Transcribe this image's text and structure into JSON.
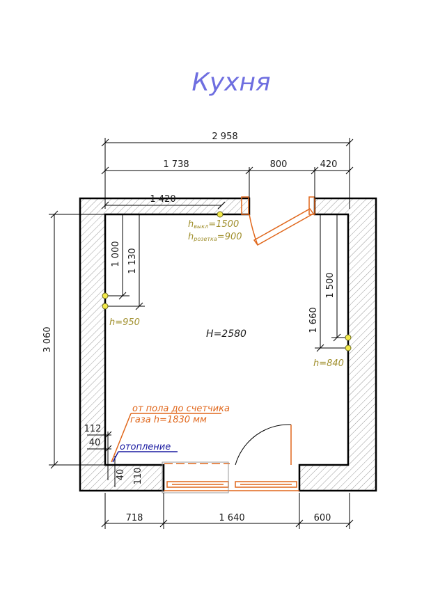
{
  "title": "Кухня",
  "room_height": "H=2580",
  "dimensions": {
    "total_width": "2 958",
    "seg_left": "1 738",
    "seg_door": "800",
    "seg_right": "420",
    "inner_1420": "1 420",
    "total_height": "3 060",
    "v_1000": "1 000",
    "v_1130": "1 130",
    "v_1500": "1 500",
    "v_1660": "1 660",
    "bottom_718": "718",
    "bottom_1640": "1 640",
    "bottom_600": "600",
    "small_112": "112",
    "small_40a": "40",
    "small_40b": "40",
    "small_110": "110"
  },
  "notes": {
    "switch_h": "h",
    "switch_sub": "выкл",
    "switch_val": "=1500",
    "socket_h": "h",
    "socket_sub": "розетка",
    "socket_val": "=900",
    "h950": "h=950",
    "h840": "h=840",
    "gas_line1": "от пола до счетчика",
    "gas_line2": "газа h=1830 мм",
    "heating": "отопление"
  },
  "colors": {
    "wall": "#000000",
    "hatch": "#8a8a8a",
    "orange": "#e0661a",
    "olive": "#a08f2c",
    "blue": "#1a1aa0",
    "title": "#6e6ee0"
  }
}
